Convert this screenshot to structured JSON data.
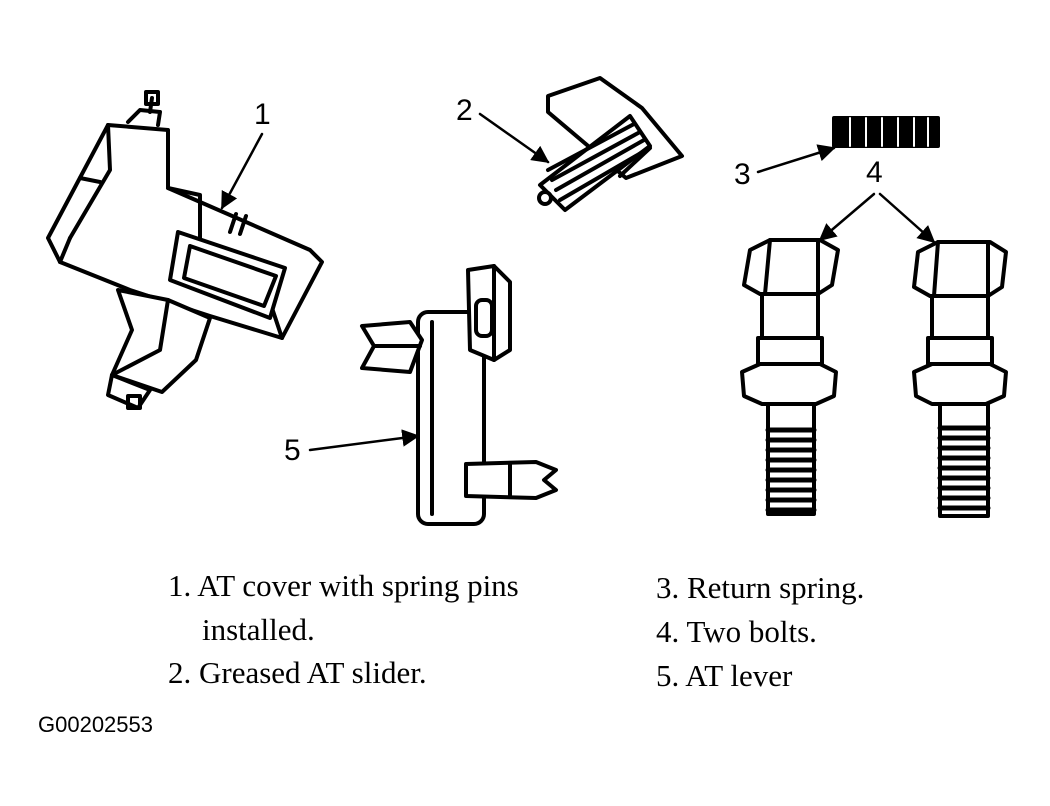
{
  "callouts": {
    "c1": "1",
    "c2": "2",
    "c3": "3",
    "c4": "4",
    "c5": "5"
  },
  "legend": {
    "item1_line1": "1. AT cover with spring pins",
    "item1_line2": "installed.",
    "item2": "2. Greased AT slider.",
    "item3": "3. Return spring.",
    "item4": "4. Two bolts.",
    "item5": "5. AT lever"
  },
  "figure_id": "G00202553",
  "colors": {
    "ink": "#000000",
    "paper": "#ffffff"
  }
}
